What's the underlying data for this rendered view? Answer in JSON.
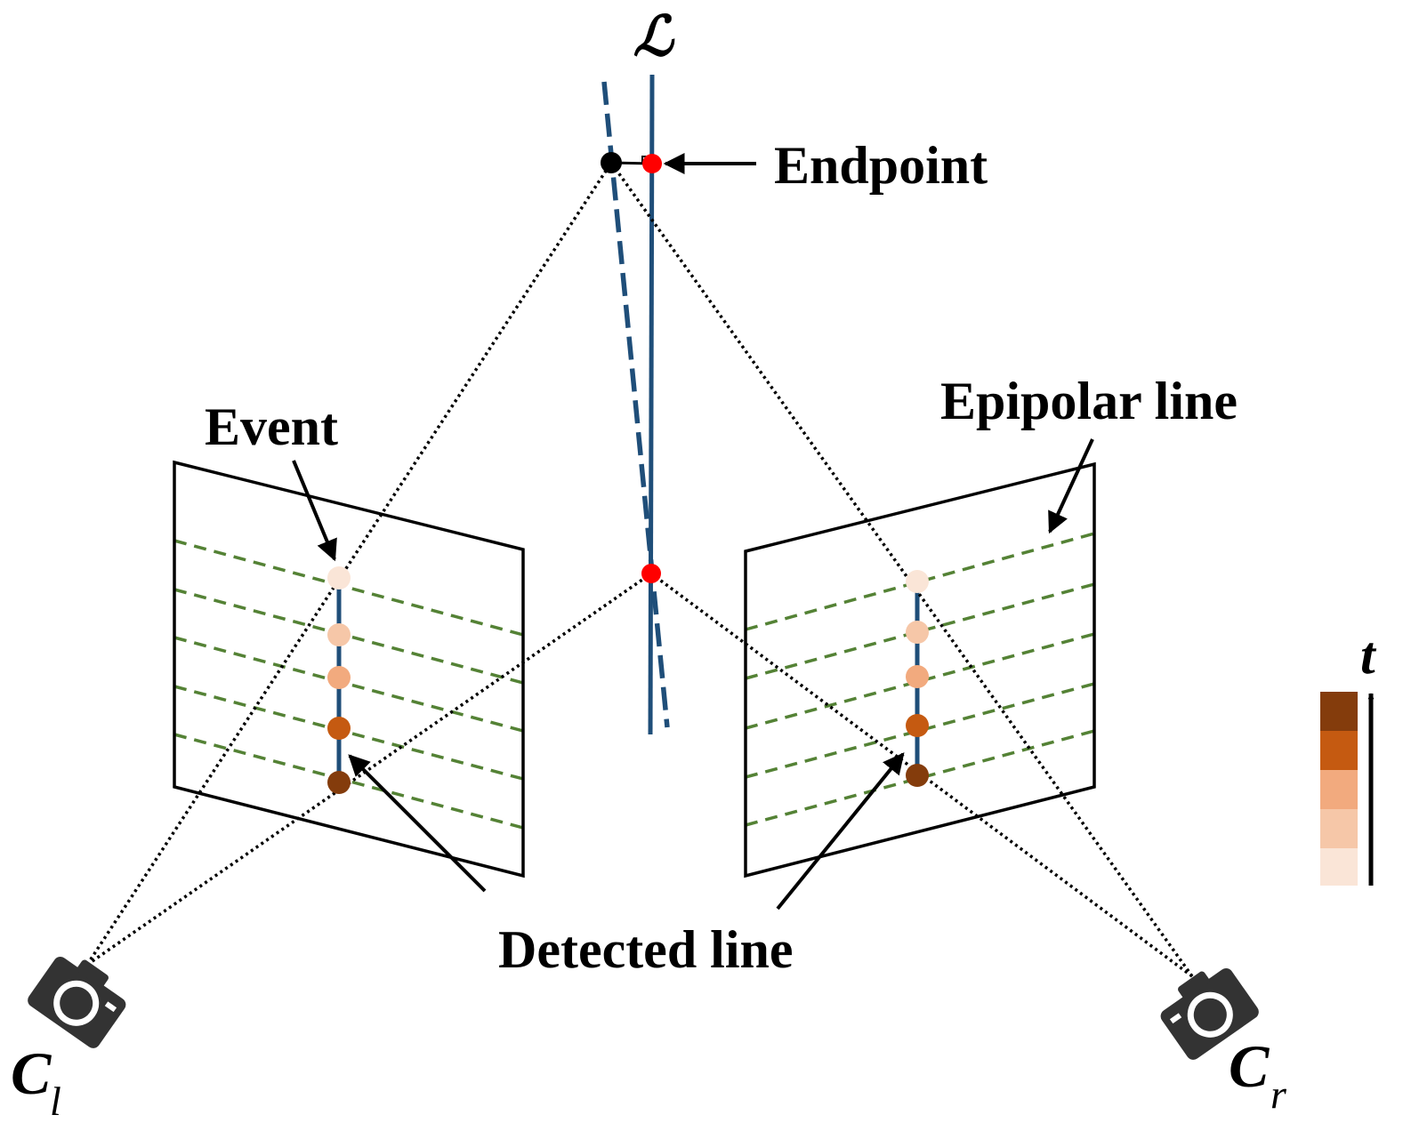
{
  "labels": {
    "line_symbol": "ℒ",
    "endpoint": "Endpoint",
    "event": "Event",
    "epipolar_line": "Epipolar line",
    "detected_line": "Detected line",
    "time_axis": "t",
    "camera_left": "C",
    "camera_left_sub": "l",
    "camera_right": "C",
    "camera_right_sub": "r"
  },
  "colors": {
    "line_3d": "#1f4e79",
    "epipolar": "#548235",
    "endpoint": "#ff0000",
    "projection_point": "#000000",
    "camera": "#333333",
    "event_sequence": [
      "#fae5d7",
      "#f6c7a8",
      "#f2aa7e",
      "#c55a11",
      "#843c0c"
    ],
    "time_scale": [
      "#843c0c",
      "#c55a11",
      "#f2aa7e",
      "#f6c7a8",
      "#fae5d7"
    ]
  },
  "icons": [
    "camera-icon",
    "camera-icon"
  ]
}
